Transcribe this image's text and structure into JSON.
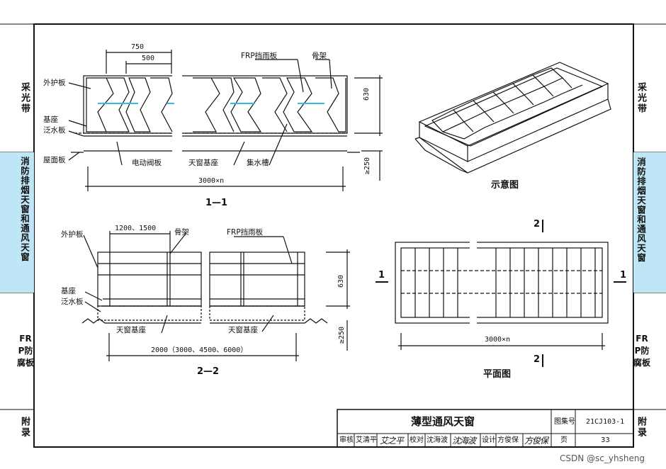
{
  "sidebar_left": [],
  "sidebar_right": [
    {
      "label": "采光带",
      "highlight": false
    },
    {
      "label": "消防排烟天窗和通风天窗",
      "highlight": true
    },
    {
      "label": "FRP防腐板",
      "highlight": false
    },
    {
      "label": "附录",
      "highlight": false
    }
  ],
  "section_1_1": {
    "title": "1—1",
    "dims": {
      "top_outer": "750",
      "top_inner": "500",
      "height": "630",
      "bottom": "≥250",
      "length": "3000×n"
    },
    "labels": {
      "outer_panel": "外护板",
      "base": "基座",
      "flashing": "泛水板",
      "roof_panel": "屋面板",
      "frp_rain": "FRP挡雨板",
      "frame": "骨架",
      "motor_damper": "电动阀板",
      "skylight_base": "天窗基座",
      "gutter": "集水槽"
    }
  },
  "section_2_2": {
    "title": "2—2",
    "dims": {
      "top": "1200、1500",
      "height": "630",
      "bottom": "≥250",
      "length": "2000（3000、4500、6000）"
    },
    "labels": {
      "outer_panel": "外护板",
      "frame": "骨架",
      "frp_rain": "FRP挡雨板",
      "base": "基座",
      "flashing": "泛水板",
      "skylight_base_left": "天窗基座",
      "skylight_base_right": "天窗基座"
    }
  },
  "schematic": {
    "title": "示意图"
  },
  "plan": {
    "title": "平面图",
    "length": "3000×n",
    "mark_top": "2",
    "mark_bottom": "2",
    "mark_left": "1",
    "mark_right": "1"
  },
  "title_block": {
    "drawing_title": "薄型通风天窗",
    "atlas_label": "图集号",
    "atlas_no": "21CJ103-1",
    "page_label": "页",
    "page_no": "33",
    "review_label": "审核",
    "review_name": "艾清平",
    "review_sig": "艾之平",
    "check_label": "校对",
    "check_name": "沈海波",
    "check_sig": "沈海波",
    "design_label": "设计",
    "design_name": "方俊保",
    "design_sig": "方俊保"
  },
  "watermark": "CSDN @sc_yhsheng"
}
